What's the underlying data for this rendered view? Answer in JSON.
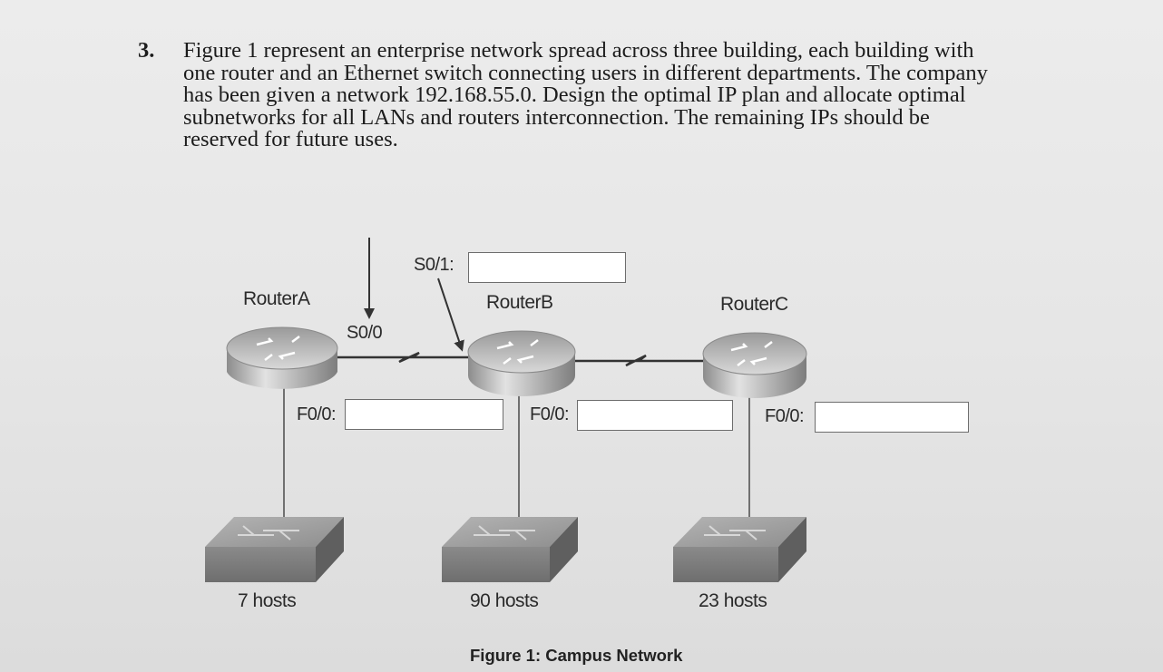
{
  "question": {
    "number": "3.",
    "lines": [
      "Figure 1 represent an enterprise network spread across three building, each building with",
      "one router and an Ethernet switch connecting users in different departments. The company",
      "has been given a network 192.168.55.0. Design the optimal IP plan and allocate optimal",
      "subnetworks for all LANs and routers interconnection. The remaining IPs should be",
      "reserved for future uses."
    ]
  },
  "figure": {
    "caption": "Figure 1: Campus Network",
    "routers": [
      {
        "name": "RouterA",
        "interface": "F0/0:",
        "hosts": "7 hosts"
      },
      {
        "name": "RouterB",
        "interface": "F0/0:",
        "hosts": "90 hosts"
      },
      {
        "name": "RouterC",
        "interface": "F0/0:",
        "hosts": "23 hosts"
      }
    ],
    "serial_labels": {
      "s00": "S0/0",
      "s01": "S0/1:"
    }
  }
}
